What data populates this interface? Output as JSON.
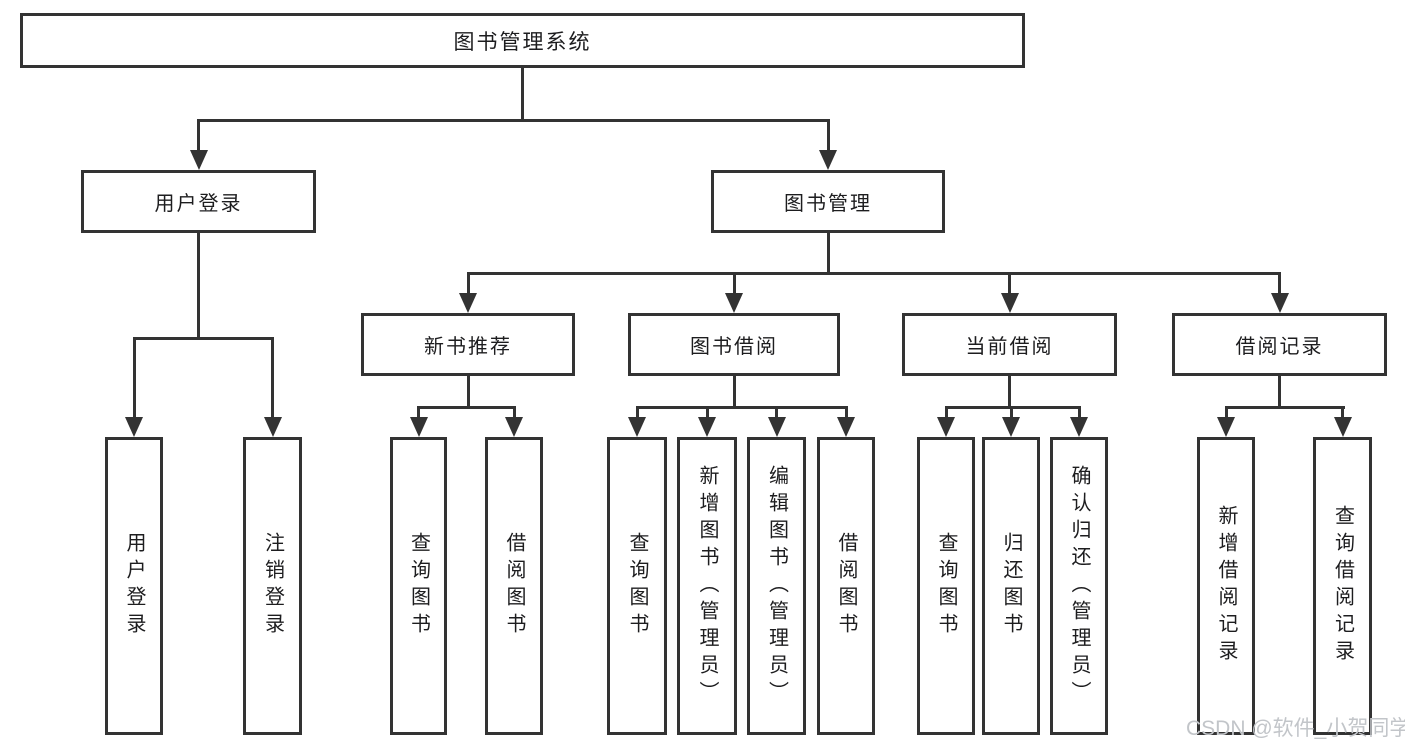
{
  "tree": {
    "root": "图书管理系统",
    "branches": [
      {
        "label": "用户登录",
        "children": [
          "用户登录",
          "注销登录"
        ]
      },
      {
        "label": "图书管理",
        "groups": [
          {
            "label": "新书推荐",
            "children": [
              "查询图书",
              "借阅图书"
            ]
          },
          {
            "label": "图书借阅",
            "children": [
              "查询图书",
              "新增图书（管理员）",
              "编辑图书（管理员）",
              "借阅图书"
            ]
          },
          {
            "label": "当前借阅",
            "children": [
              "查询图书",
              "归还图书",
              "确认归还（管理员）"
            ]
          },
          {
            "label": "借阅记录",
            "children": [
              "新增借阅记录",
              "查询借阅记录"
            ]
          }
        ]
      }
    ]
  },
  "watermark": "CSDN @软件_小贺同学",
  "colors": {
    "line": "#333333",
    "text": "#1d1d1f",
    "background": "#ffffff",
    "watermark": "#c2c5c9"
  }
}
